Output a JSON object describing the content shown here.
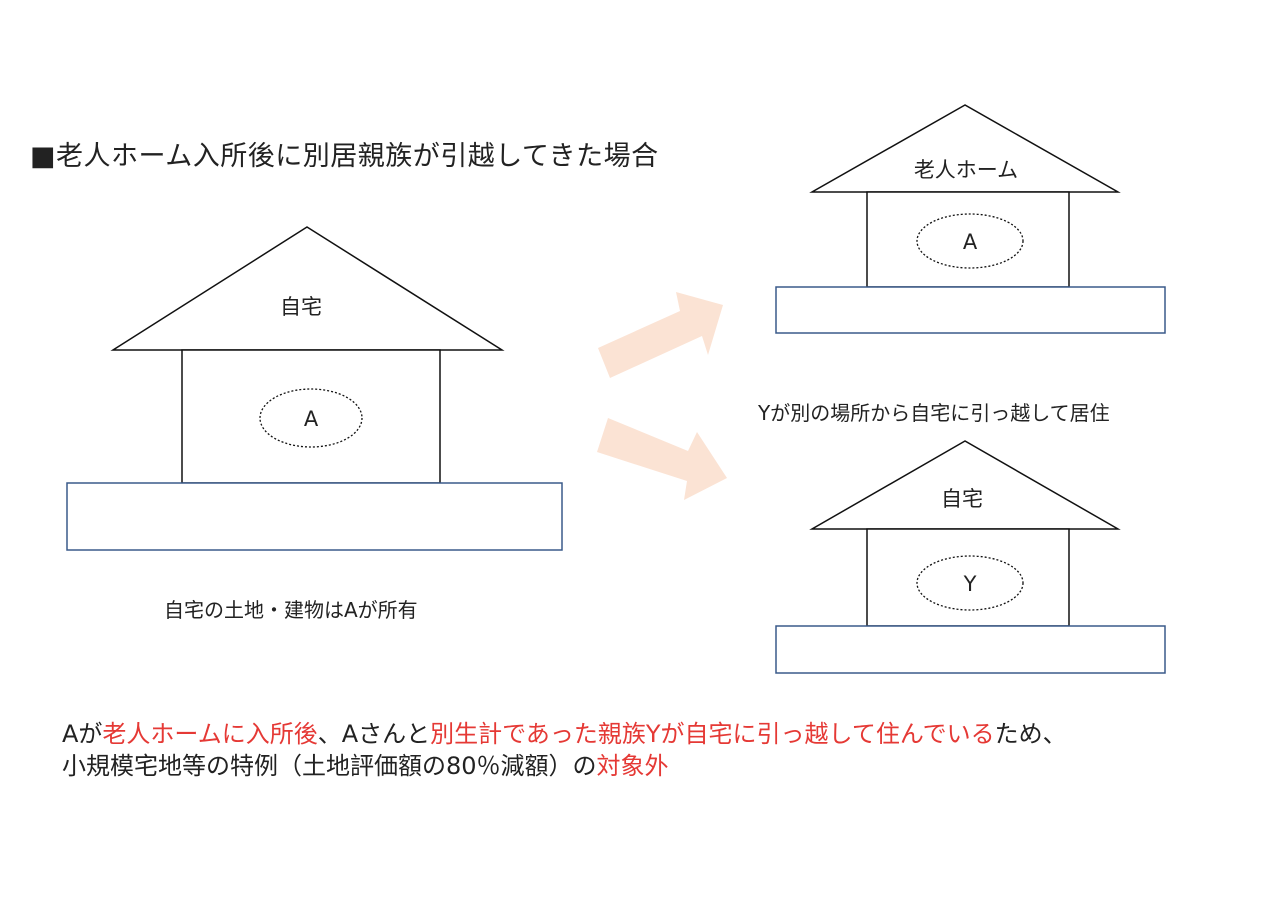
{
  "title": "■老人ホーム入所後に別居親族が引越してきた場合",
  "houses": {
    "left": {
      "roof_label": "自宅",
      "occupant": "A",
      "caption": "自宅の土地・建物はAが所有"
    },
    "top_right": {
      "roof_label": "老人ホーム",
      "occupant": "A"
    },
    "bottom_right": {
      "roof_label": "自宅",
      "occupant": "Y"
    }
  },
  "move_caption": "Yが別の場所から自宅に引っ越して居住",
  "conclusion": {
    "line1": [
      {
        "text": "Aが",
        "red": false
      },
      {
        "text": "老人ホームに入所後",
        "red": true
      },
      {
        "text": "、Aさんと",
        "red": false
      },
      {
        "text": "別生計であった親族Yが自宅に引っ越して住んでいる",
        "red": true
      },
      {
        "text": "ため、",
        "red": false
      }
    ],
    "line2": [
      {
        "text": "小規模宅地等の特例（土地評価額の80％減額）の",
        "red": false
      },
      {
        "text": "対象外",
        "red": true
      }
    ]
  },
  "colors": {
    "line": "#111111",
    "base_border": "#3a5a8a",
    "arrow": "#fbe3d4",
    "highlight": "#e53935"
  }
}
